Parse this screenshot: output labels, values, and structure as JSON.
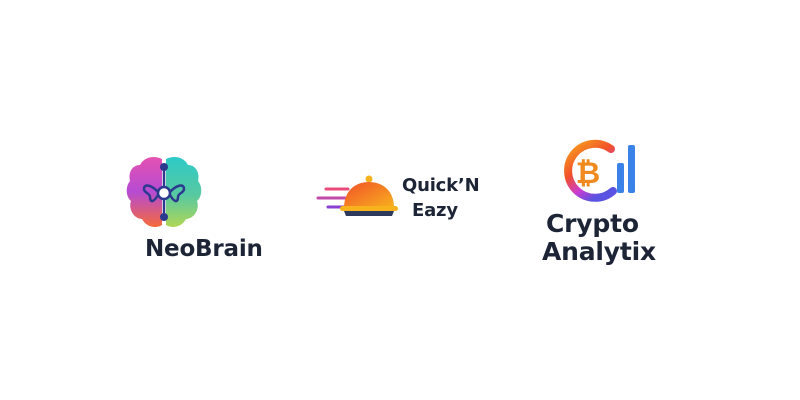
{
  "canvas": {
    "background": "#ffffff"
  },
  "logos": [
    {
      "name": "NeoBrain",
      "wordmark": "NeoBrain",
      "icon": "brain-network-icon",
      "colors": {
        "left": [
          "#c04ad0",
          "#f06a3a"
        ],
        "right": [
          "#2ec9c8",
          "#a8d65a"
        ],
        "node": "#2b3a8f",
        "text": "#1c2436"
      }
    },
    {
      "name": "Quick'N Eazy",
      "wordmark_line1": "Quick’N",
      "wordmark_line2": "Eazy",
      "icon": "food-cloche-speed-icon",
      "colors": {
        "dome": [
          "#f7a41d",
          "#f2502a"
        ],
        "base": "#2e3a5c",
        "speed_lines": [
          "#e94b7b",
          "#b648c9",
          "#8a3fd1"
        ],
        "text": "#1c2436"
      }
    },
    {
      "name": "Crypto Analytix",
      "wordmark_line1": "Crypto",
      "wordmark_line2": "Analytix",
      "icon": "bitcoin-chart-icon",
      "colors": {
        "ring": [
          "#f7a41d",
          "#f2502a",
          "#c93dd0",
          "#5a52e0"
        ],
        "bitcoin": "#f08a1e",
        "bars": "#3b82e8",
        "text": "#1c2436"
      }
    }
  ]
}
